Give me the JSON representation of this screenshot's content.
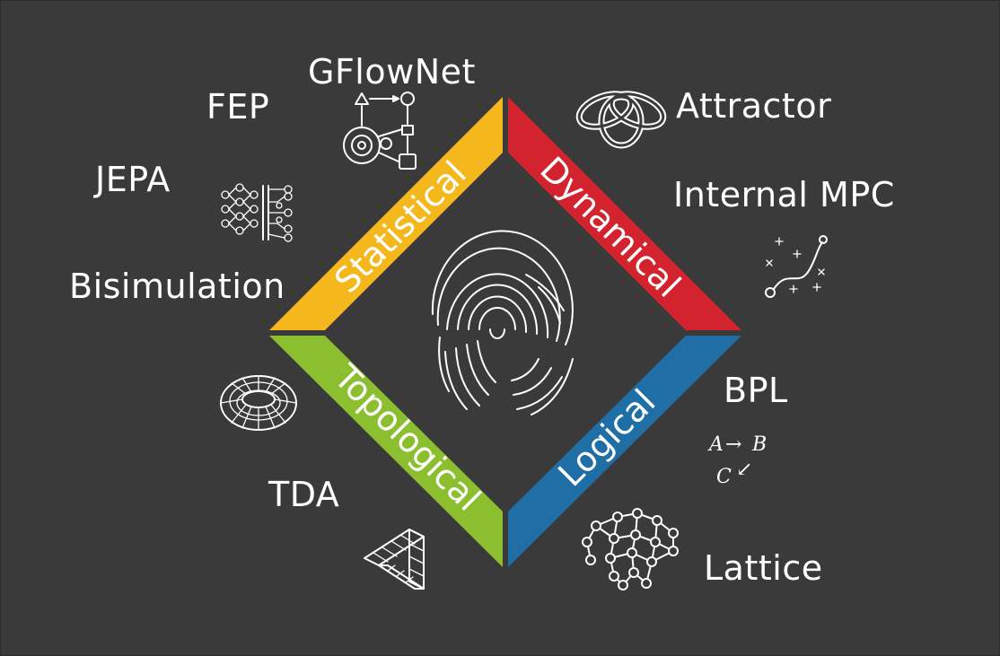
{
  "diamond": {
    "colors": {
      "statistical": "#f5b81c",
      "dynamical": "#d2232e",
      "logical": "#1f6ea5",
      "topological": "#8bbf2f"
    },
    "sides": {
      "statistical": "Statistical",
      "dynamical": "Dynamical",
      "logical": "Logical",
      "topological": "Topological"
    },
    "center_icon": "fingerprint-icon"
  },
  "labels": {
    "gflownet": "GFlowNet",
    "fep": "FEP",
    "jepa": "JEPA",
    "bisimulation": "Bisimulation",
    "attractor": "Attractor",
    "internal_mpc": "Internal MPC",
    "bpl": "BPL",
    "lattice": "Lattice",
    "tda": "TDA"
  },
  "icons": {
    "gflownet": "flow-graph-icon",
    "jepa": "neural-network-icon",
    "bisimulation": "torus-icon",
    "attractor": "attractor-knot-icon",
    "internal_mpc": "trajectory-plan-icon",
    "bpl": "logic-formula-icon",
    "lattice": "graph-network-icon",
    "tda": "impossible-triangle-icon"
  },
  "bpl_formula": {
    "line1_a": "A",
    "arrow1": "→",
    "line1_b": "B",
    "line2_c": "C",
    "arrow2": "↙"
  }
}
